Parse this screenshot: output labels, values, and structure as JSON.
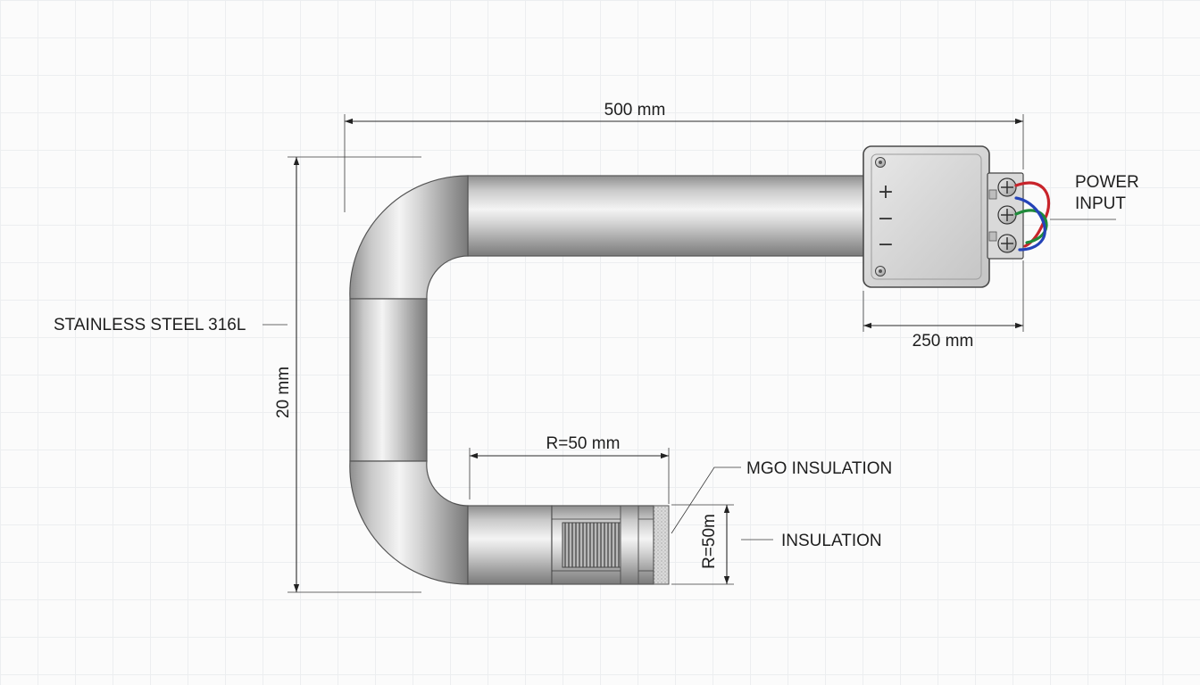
{
  "dimensions": {
    "overall_length": "500 mm",
    "height": "20 mm",
    "box_width": "250 mm",
    "radius_horizontal": "R=50 mm",
    "radius_vertical": "R=50m"
  },
  "callouts": {
    "material": "STAINLESS STEEL 316L",
    "power_input_line1": "POWER",
    "power_input_line2": "INPUT",
    "mgo_insulation": "MGO INSULATION",
    "insulation": "INSULATION"
  },
  "terminal_symbols": [
    "+",
    "−",
    "−"
  ],
  "wire_colors": {
    "red": "#c8242b",
    "green": "#1f8a3a",
    "blue": "#2443b8"
  }
}
